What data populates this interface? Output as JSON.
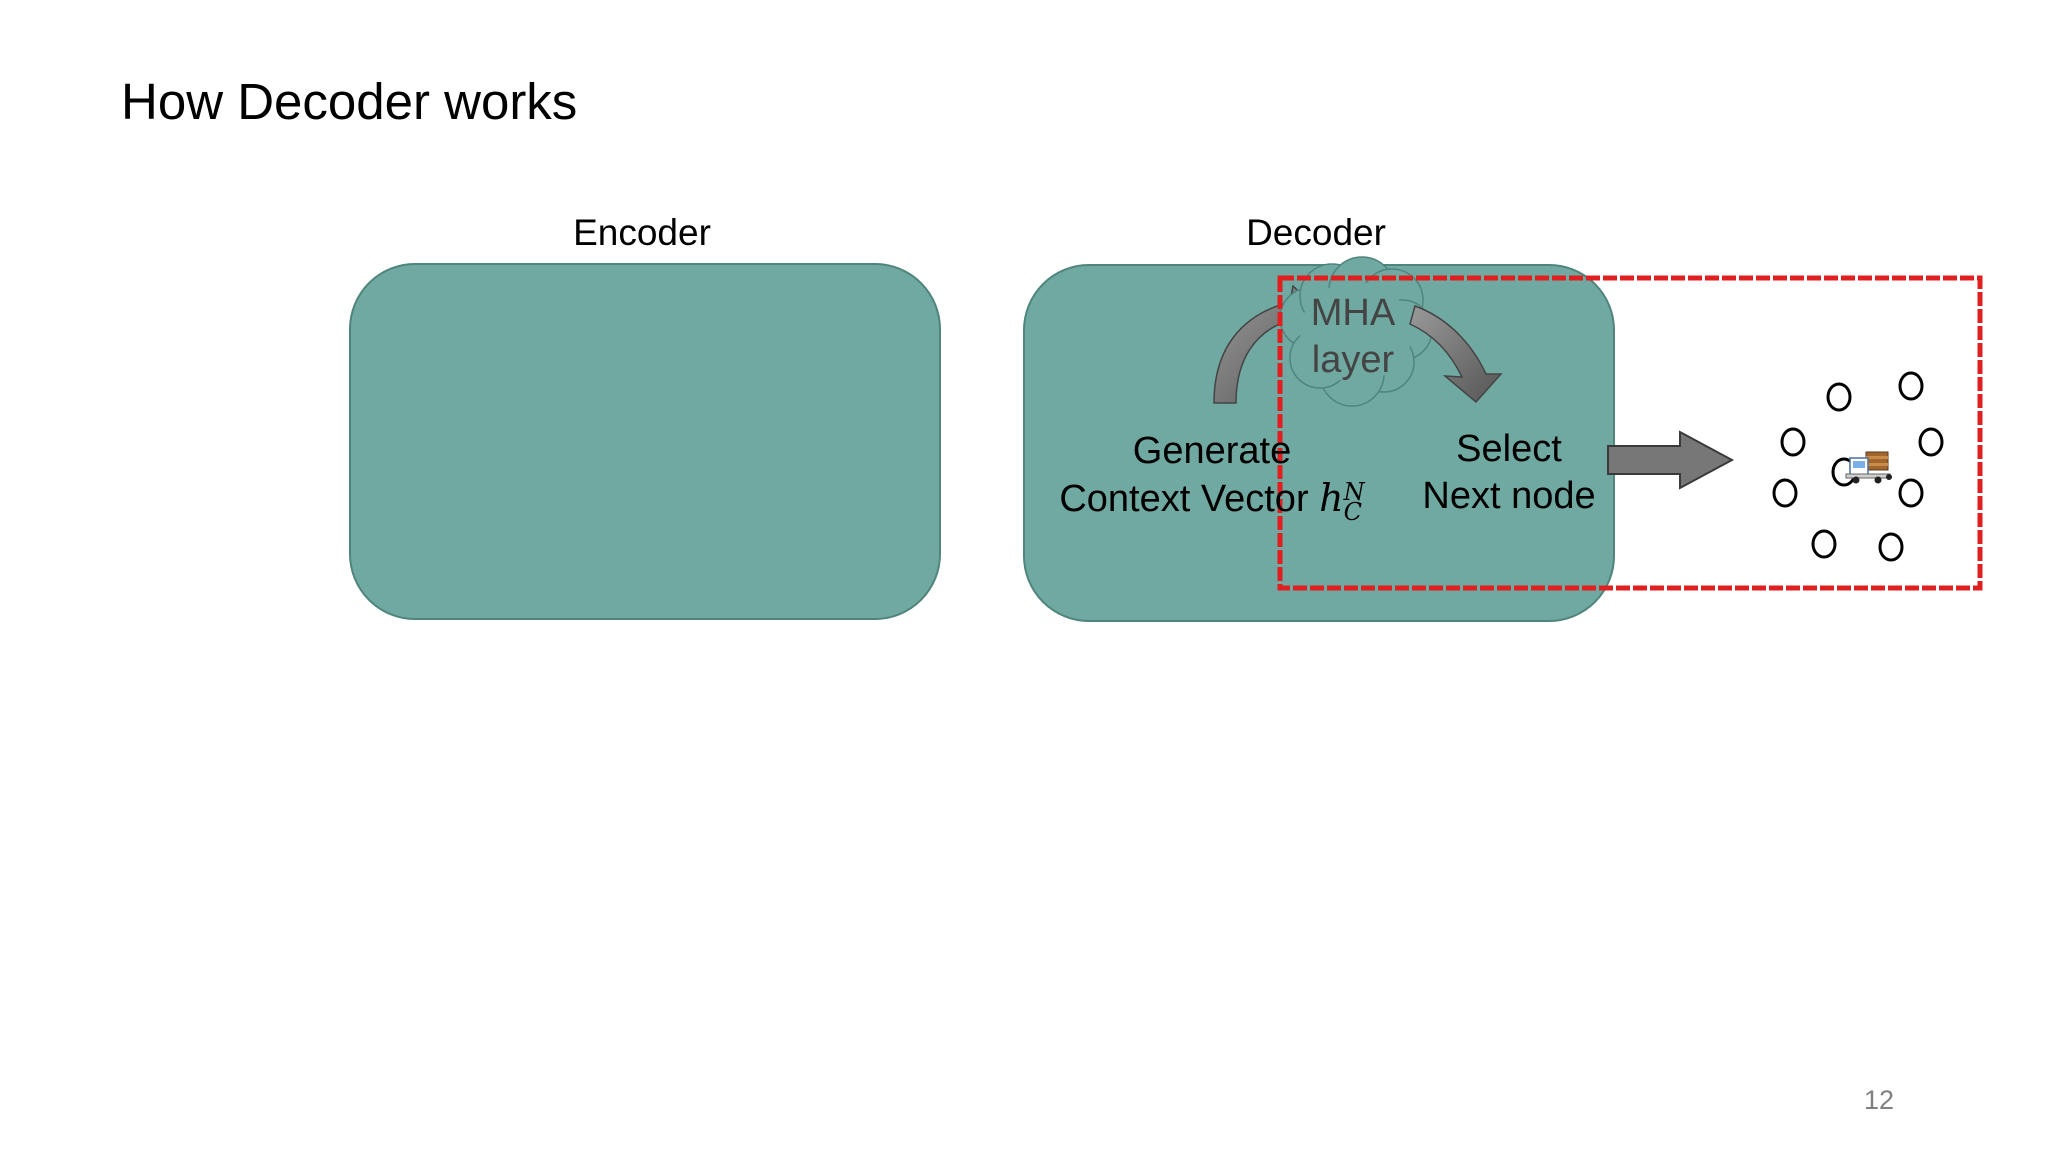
{
  "slide": {
    "title": "How Decoder works",
    "page_number": "12"
  },
  "encoder": {
    "label": "Encoder"
  },
  "decoder": {
    "label": "Decoder",
    "generate_line1": "Generate",
    "generate_line2": "Context Vector",
    "context_vector_symbol": "h",
    "context_vector_sup": "N",
    "context_vector_sub": "C",
    "mha_line1": "MHA",
    "mha_line2": "layer",
    "select_line1": "Select",
    "select_line2": "Next node"
  },
  "icons": {
    "graph_nodes": "circle-node-icons",
    "vehicle": "truck-icon",
    "flow_arrow": "right-arrow-icon"
  },
  "colors": {
    "block_fill": "#70a9a1",
    "block_border": "#4f857d",
    "highlight_border": "#e02020",
    "arrow_fill": "#777777"
  }
}
